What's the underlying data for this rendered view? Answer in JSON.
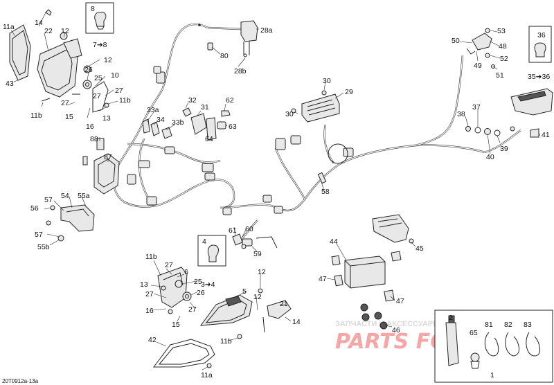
{
  "diagram_code": "20T0912a-13a",
  "watermark": {
    "tagline": "ЗАПЧАСТИ И АКСЕССУАРЫ ДЛЯ МОТОТЕХНИКИ",
    "brand": "PARTS FOR.RU"
  },
  "callouts": [
    {
      "id": "c-11a-top",
      "text": "11a"
    },
    {
      "id": "c-14-top",
      "text": "14"
    },
    {
      "id": "c-22",
      "text": "22"
    },
    {
      "id": "c-12-top",
      "text": "12"
    },
    {
      "id": "c-8",
      "text": "8"
    },
    {
      "id": "c-7-8",
      "text": "7➔8"
    },
    {
      "id": "c-12-b",
      "text": "12"
    },
    {
      "id": "c-43",
      "text": "43"
    },
    {
      "id": "c-26-top",
      "text": "26"
    },
    {
      "id": "c-25-top",
      "text": "25"
    },
    {
      "id": "c-10",
      "text": "10"
    },
    {
      "id": "c-27-a",
      "text": "27"
    },
    {
      "id": "c-27-b",
      "text": "27"
    },
    {
      "id": "c-11b-a",
      "text": "11b"
    },
    {
      "id": "c-13-top",
      "text": "13"
    },
    {
      "id": "c-27-c",
      "text": "27"
    },
    {
      "id": "c-11b-b",
      "text": "11b"
    },
    {
      "id": "c-15-top",
      "text": "15"
    },
    {
      "id": "c-16-top",
      "text": "16"
    },
    {
      "id": "c-88",
      "text": "88"
    },
    {
      "id": "c-87",
      "text": "87"
    },
    {
      "id": "c-28a",
      "text": "28a"
    },
    {
      "id": "c-80",
      "text": "80"
    },
    {
      "id": "c-28b",
      "text": "28b"
    },
    {
      "id": "c-32",
      "text": "32"
    },
    {
      "id": "c-31",
      "text": "31"
    },
    {
      "id": "c-62",
      "text": "62"
    },
    {
      "id": "c-33a",
      "text": "33a"
    },
    {
      "id": "c-34",
      "text": "34"
    },
    {
      "id": "c-33b",
      "text": "33b"
    },
    {
      "id": "c-63",
      "text": "63"
    },
    {
      "id": "c-64",
      "text": "64"
    },
    {
      "id": "c-57-a",
      "text": "57"
    },
    {
      "id": "c-54",
      "text": "54"
    },
    {
      "id": "c-55a",
      "text": "55a"
    },
    {
      "id": "c-56",
      "text": "56"
    },
    {
      "id": "c-57-b",
      "text": "57"
    },
    {
      "id": "c-55b",
      "text": "55b"
    },
    {
      "id": "c-30-a",
      "text": "30"
    },
    {
      "id": "c-29",
      "text": "29"
    },
    {
      "id": "c-30-b",
      "text": "30"
    },
    {
      "id": "c-58",
      "text": "58"
    },
    {
      "id": "c-61",
      "text": "61"
    },
    {
      "id": "c-60",
      "text": "60"
    },
    {
      "id": "c-59",
      "text": "59"
    },
    {
      "id": "c-50",
      "text": "50"
    },
    {
      "id": "c-53",
      "text": "53"
    },
    {
      "id": "c-48",
      "text": "48"
    },
    {
      "id": "c-52",
      "text": "52"
    },
    {
      "id": "c-49",
      "text": "49"
    },
    {
      "id": "c-51",
      "text": "51"
    },
    {
      "id": "c-36",
      "text": "36"
    },
    {
      "id": "c-35-36",
      "text": "35➔36"
    },
    {
      "id": "c-38",
      "text": "38"
    },
    {
      "id": "c-37",
      "text": "37"
    },
    {
      "id": "c-39",
      "text": "39"
    },
    {
      "id": "c-40",
      "text": "40"
    },
    {
      "id": "c-41",
      "text": "41"
    },
    {
      "id": "c-44",
      "text": "44"
    },
    {
      "id": "c-45",
      "text": "45"
    },
    {
      "id": "c-47-a",
      "text": "47"
    },
    {
      "id": "c-47-b",
      "text": "47"
    },
    {
      "id": "c-46",
      "text": "46"
    },
    {
      "id": "c-4",
      "text": "4"
    },
    {
      "id": "c-3-4",
      "text": "3➔4"
    },
    {
      "id": "c-11b-c",
      "text": "11b"
    },
    {
      "id": "c-27-d",
      "text": "27"
    },
    {
      "id": "c-6",
      "text": "6"
    },
    {
      "id": "c-13-b",
      "text": "13"
    },
    {
      "id": "c-25-b",
      "text": "25"
    },
    {
      "id": "c-27-e",
      "text": "27"
    },
    {
      "id": "c-26-b",
      "text": "26"
    },
    {
      "id": "c-16-b",
      "text": "16"
    },
    {
      "id": "c-27-f",
      "text": "27"
    },
    {
      "id": "c-15-b",
      "text": "15"
    },
    {
      "id": "c-12-c",
      "text": "12"
    },
    {
      "id": "c-5",
      "text": "5"
    },
    {
      "id": "c-12-d",
      "text": "12"
    },
    {
      "id": "c-21",
      "text": "21"
    },
    {
      "id": "c-14-b",
      "text": "14"
    },
    {
      "id": "c-42",
      "text": "42"
    },
    {
      "id": "c-11b-d",
      "text": "11b"
    },
    {
      "id": "c-11a-b",
      "text": "11a"
    },
    {
      "id": "c-2",
      "text": "2"
    },
    {
      "id": "c-65",
      "text": "65"
    },
    {
      "id": "c-81",
      "text": "81"
    },
    {
      "id": "c-82",
      "text": "82"
    },
    {
      "id": "c-83",
      "text": "83"
    },
    {
      "id": "c-1",
      "text": "1"
    }
  ]
}
